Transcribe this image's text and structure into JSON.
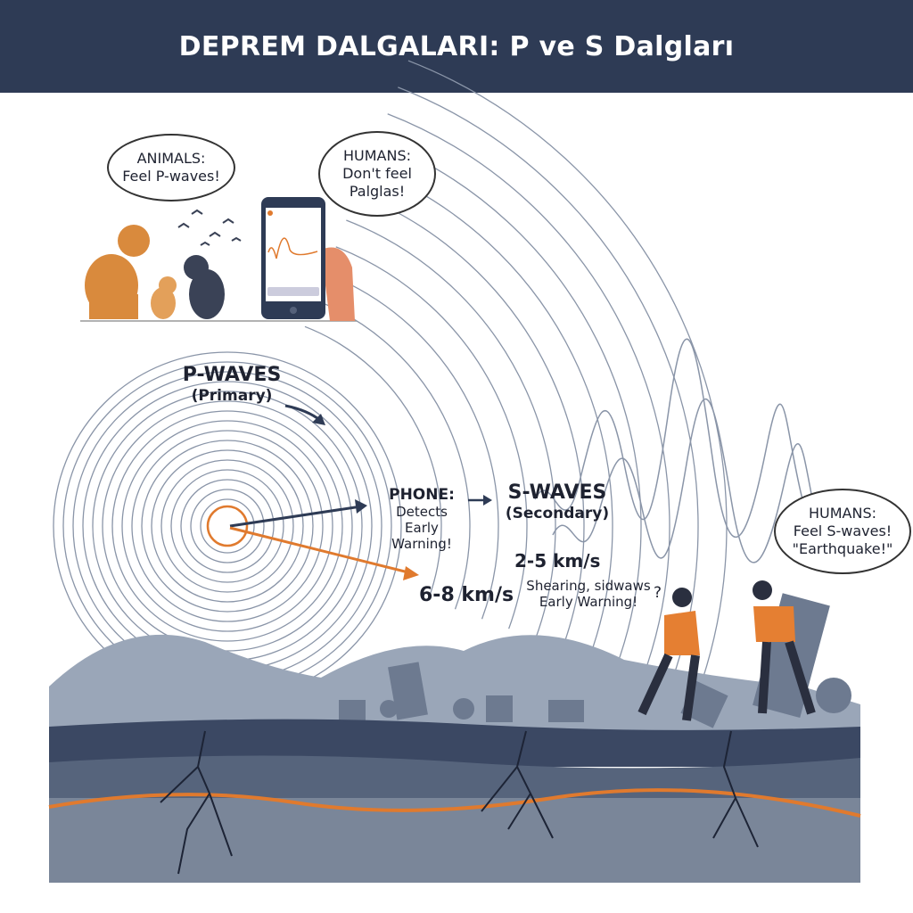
{
  "title": "DEPREM DALGALARI: P ve S Dalgları",
  "bubbles": {
    "animals": {
      "line1": "ANIMALS:",
      "line2": "Feel P-waves!"
    },
    "humans_top": {
      "line1": "HUMANS:",
      "line2": "Don't feel",
      "line3": "Palglas!"
    },
    "humans_right": {
      "line1": "HUMANS:",
      "line2": "Feel S-waves!",
      "line3": "\"Earthquake!\""
    }
  },
  "p_waves": {
    "title": "P-WAVES",
    "subtitle": "(Primary)",
    "speed": "6-8 km/s"
  },
  "s_waves": {
    "title": "S-WAVES",
    "subtitle": "(Secondary)",
    "speed": "2-5 km/s",
    "desc1": "Shearing, sidwaws",
    "desc2": "Early Warning!"
  },
  "phone": {
    "title": "PHONE:",
    "line1": "Detects",
    "line2": "Early Warning!",
    "question": "?"
  },
  "colors": {
    "navy": "#2e3b55",
    "orange": "#e07a2e",
    "wave": "#8a95a8",
    "ground": "#4a5872"
  }
}
